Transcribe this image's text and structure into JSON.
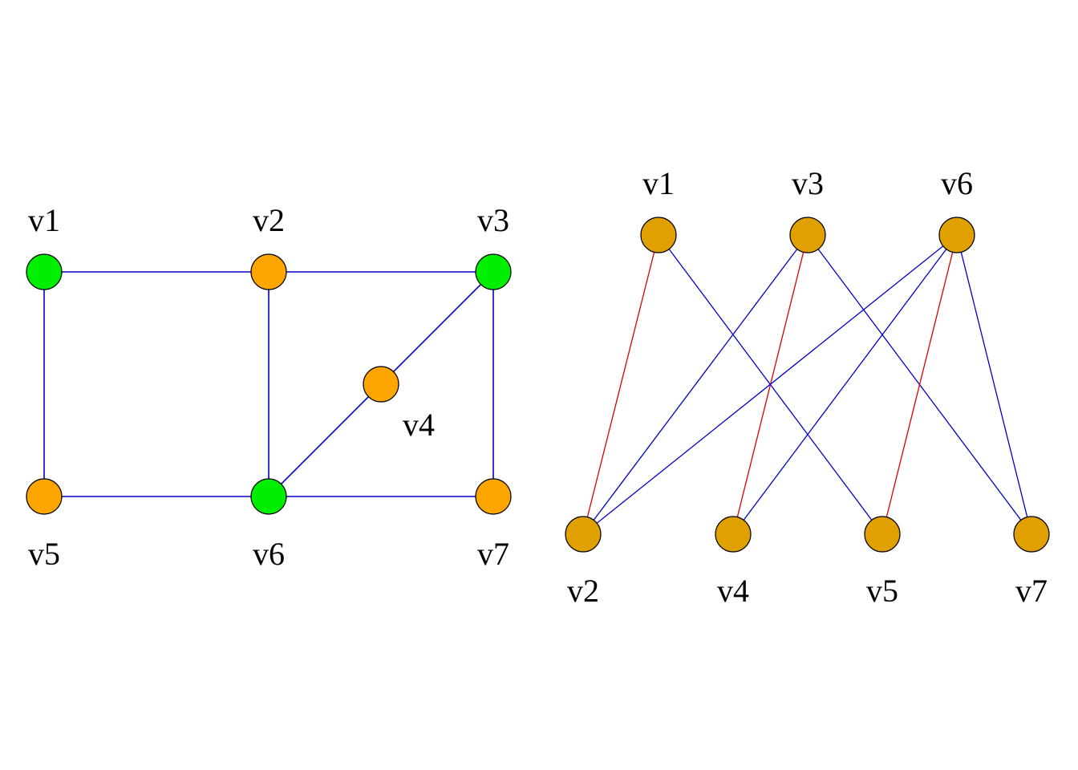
{
  "colors": {
    "background": "#ffffff",
    "edge_default": "#0000cc",
    "edge_matching": "#dd0000",
    "node_green": "#00ee00",
    "node_orange": "#ffa500",
    "node_gold": "#e0a000",
    "node_stroke": "#000000"
  },
  "left_graph": {
    "nodes": [
      {
        "id": "v1",
        "label": "v1",
        "color": "green"
      },
      {
        "id": "v2",
        "label": "v2",
        "color": "orange"
      },
      {
        "id": "v3",
        "label": "v3",
        "color": "green"
      },
      {
        "id": "v4",
        "label": "v4",
        "color": "orange"
      },
      {
        "id": "v5",
        "label": "v5",
        "color": "orange"
      },
      {
        "id": "v6",
        "label": "v6",
        "color": "green"
      },
      {
        "id": "v7",
        "label": "v7",
        "color": "orange"
      }
    ],
    "edges": [
      [
        "v1",
        "v2"
      ],
      [
        "v2",
        "v3"
      ],
      [
        "v1",
        "v5"
      ],
      [
        "v2",
        "v6"
      ],
      [
        "v3",
        "v7"
      ],
      [
        "v5",
        "v6"
      ],
      [
        "v6",
        "v7"
      ],
      [
        "v3",
        "v4"
      ],
      [
        "v4",
        "v6"
      ]
    ]
  },
  "right_graph": {
    "top_nodes": [
      {
        "id": "v1",
        "label": "v1"
      },
      {
        "id": "v3",
        "label": "v3"
      },
      {
        "id": "v6",
        "label": "v6"
      }
    ],
    "bottom_nodes": [
      {
        "id": "v2",
        "label": "v2"
      },
      {
        "id": "v4",
        "label": "v4"
      },
      {
        "id": "v5",
        "label": "v5"
      },
      {
        "id": "v7",
        "label": "v7"
      }
    ],
    "edges": [
      {
        "from": "v1",
        "to": "v2",
        "matching": true
      },
      {
        "from": "v1",
        "to": "v5",
        "matching": false
      },
      {
        "from": "v3",
        "to": "v2",
        "matching": false
      },
      {
        "from": "v3",
        "to": "v4",
        "matching": true
      },
      {
        "from": "v3",
        "to": "v7",
        "matching": false
      },
      {
        "from": "v6",
        "to": "v2",
        "matching": false
      },
      {
        "from": "v6",
        "to": "v4",
        "matching": false
      },
      {
        "from": "v6",
        "to": "v5",
        "matching": true
      },
      {
        "from": "v6",
        "to": "v7",
        "matching": false
      }
    ]
  }
}
